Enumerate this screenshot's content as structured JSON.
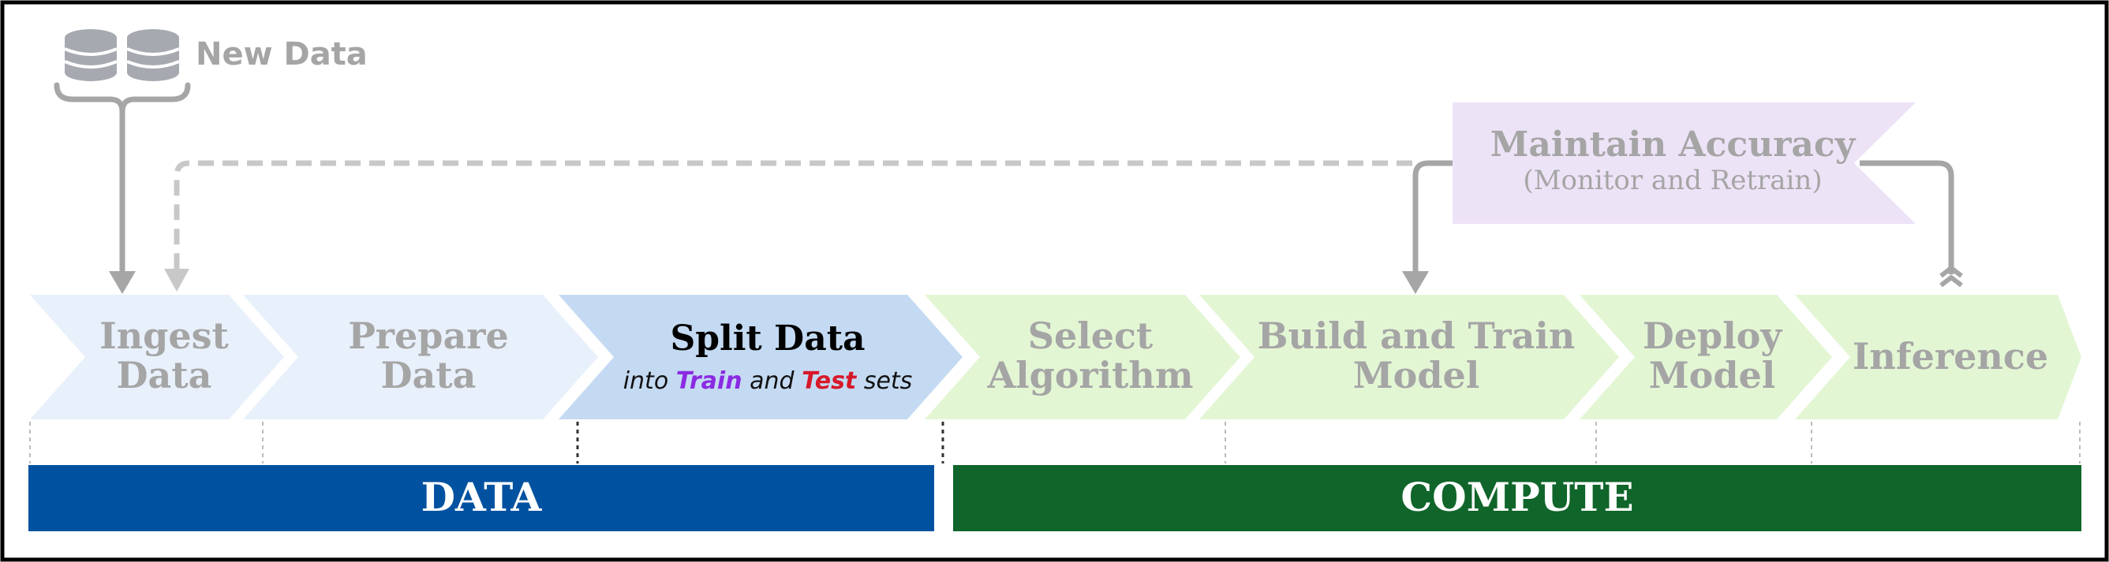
{
  "new_data": {
    "label": "New Data",
    "icon": "database-icon"
  },
  "maintain": {
    "title": "Maintain Accuracy",
    "subtitle": "(Monitor and Retrain)"
  },
  "steps": [
    {
      "line1": "Ingest",
      "line2": "Data"
    },
    {
      "line1": "Prepare",
      "line2": "Data"
    },
    {
      "title": "Split Data",
      "sub_into": "into",
      "sub_train": "Train",
      "sub_and": "and",
      "sub_test": "Test",
      "sub_sets": "sets"
    },
    {
      "line1": "Select",
      "line2": "Algorithm"
    },
    {
      "line1": "Build and Train",
      "line2": "Model"
    },
    {
      "line1": "Deploy",
      "line2": "Model"
    },
    {
      "line1": "Inference"
    }
  ],
  "bars": {
    "data": "DATA",
    "compute": "COMPUTE"
  },
  "colors": {
    "data_bar": "#0052a0",
    "compute_bar": "#10652a",
    "data_step": "#e8f0fb",
    "split_step": "#c4daf2",
    "compute_step": "#e3f6d4",
    "maintain_fill": "#ede3f7",
    "muted_text": "#a5a5a5",
    "train": "#8a2be2",
    "test": "#d7192a",
    "arrow": "#a6a6a6"
  }
}
